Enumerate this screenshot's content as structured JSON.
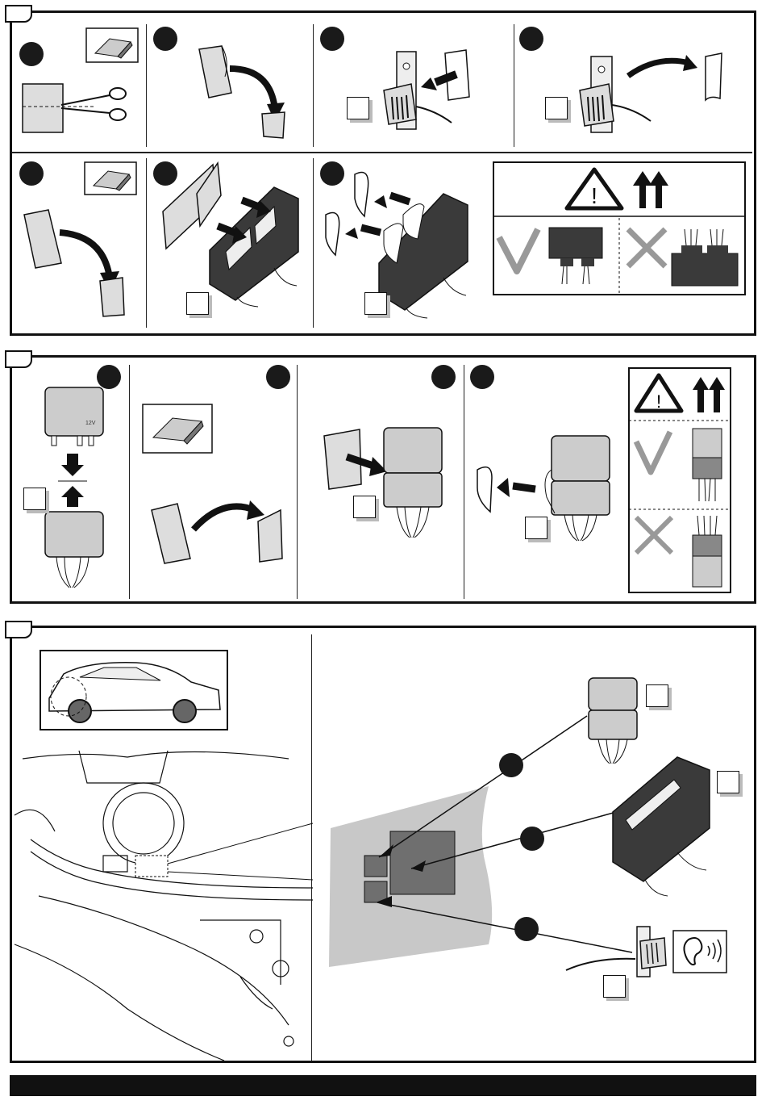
{
  "panels": [
    {
      "id": "panel-1",
      "steps": 7,
      "warning": {
        "exclamation": "!",
        "up_arrows": "↑↑",
        "ok_mark": "✓",
        "not_ok_mark": "✕"
      }
    },
    {
      "id": "panel-2",
      "steps": 4,
      "relay_label": "12V",
      "warning": {
        "exclamation": "!",
        "up_arrows": "↑↑",
        "ok_mark": "✓",
        "not_ok_mark": "✕"
      }
    },
    {
      "id": "panel-3",
      "steps": 3
    }
  ],
  "icons": [
    "scissors-icon",
    "adhesive-pad-icon",
    "arrow-icon",
    "warning-triangle-icon",
    "this-side-up-icon",
    "check-icon",
    "cross-icon",
    "ear-icon",
    "sound-waves-icon",
    "car-icon"
  ],
  "colors": {
    "ink": "#111111",
    "dark_module": "#3a3a3a",
    "relay_fill": "#d9d9d9",
    "relay_dark": "#8c8c8c",
    "zone_fill": "#c8c8c8",
    "pad_fill": "#6f6f6f"
  }
}
